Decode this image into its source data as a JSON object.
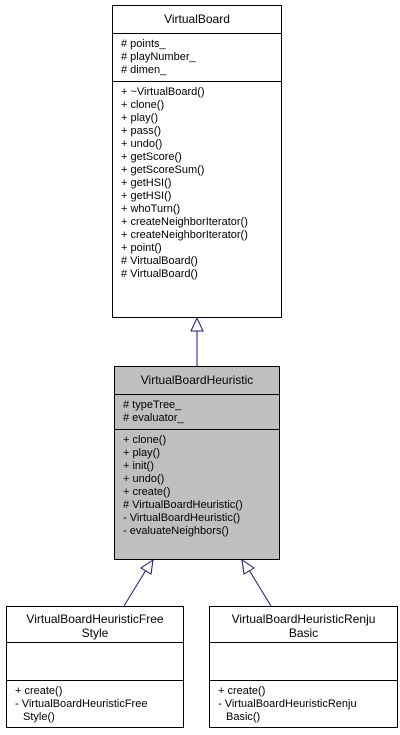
{
  "classes": {
    "virtual_board": {
      "name": "VirtualBoard",
      "attributes": [
        "# points_",
        "# playNumber_",
        "# dimen_"
      ],
      "methods": [
        "+ ~VirtualBoard()",
        "+ clone()",
        "+ play()",
        "+ pass()",
        "+ undo()",
        "+ getScore()",
        "+ getScoreSum()",
        "+ getHSI()",
        "+ getHSI()",
        "+ whoTurn()",
        "+ createNeighborIterator()",
        "+ createNeighborIterator()",
        "+ point()",
        "# VirtualBoard()",
        "# VirtualBoard()"
      ]
    },
    "virtual_board_heuristic": {
      "name": "VirtualBoardHeuristic",
      "attributes": [
        "# typeTree_",
        "# evaluator_"
      ],
      "methods": [
        "+ clone()",
        "+ play()",
        "+ init()",
        "+ undo()",
        "+ create()",
        "# VirtualBoardHeuristic()",
        "- VirtualBoardHeuristic()",
        "- evaluateNeighbors()"
      ]
    },
    "free_style": {
      "name_line1": "VirtualBoardHeuristicFree",
      "name_line2": "Style",
      "methods": [
        "+ create()",
        "- VirtualBoardHeuristicFree",
        "Style()"
      ]
    },
    "renju_basic": {
      "name_line1": "VirtualBoardHeuristicRenju",
      "name_line2": "Basic",
      "methods": [
        "+ create()",
        "- VirtualBoardHeuristicRenju",
        "Basic()"
      ]
    }
  },
  "colors": {
    "highlight_fill": "#bfbfbf",
    "edge": "#191970"
  }
}
